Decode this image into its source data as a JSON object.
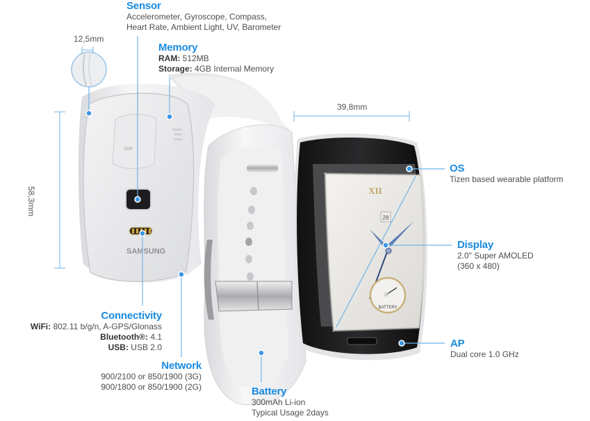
{
  "colors": {
    "accent": "#1a8be0",
    "line": "#6fb3e8",
    "text": "#4d4d4d"
  },
  "dimensions": {
    "band_width": "12,5mm",
    "height": "58,3mm",
    "width": "39,8mm"
  },
  "callouts": {
    "sensor": {
      "title": "Sensor",
      "lines": [
        "Accelerometer, Gyroscope, Compass,",
        "Heart Rate, Ambient Light, UV, Barometer"
      ]
    },
    "memory": {
      "title": "Memory",
      "ram_label": "RAM:",
      "ram_value": " 512MB",
      "storage_label": "Storage:",
      "storage_value": " 4GB Internal Memory"
    },
    "os": {
      "title": "OS",
      "lines": [
        "Tizen based wearable platform"
      ]
    },
    "display": {
      "title": "Display",
      "lines": [
        "2.0\" Super AMOLED",
        "(360 x 480)"
      ]
    },
    "ap": {
      "title": "AP",
      "lines": [
        "Dual core 1.0 GHz"
      ]
    },
    "connectivity": {
      "title": "Connectivity",
      "wifi_label": "WiFi:",
      "wifi_value": " 802.11 b/g/n, A-GPS/Glonass",
      "bt_label": "Bluetooth®:",
      "bt_value": " 4.1",
      "usb_label": "USB:",
      "usb_value": " USB 2.0"
    },
    "network": {
      "title": "Network",
      "lines": [
        "900/2100 or 850/1900 (3G)",
        "900/1800 or 850/1900 (2G)"
      ]
    },
    "battery": {
      "title": "Battery",
      "lines": [
        "300mAh Li-ion",
        "Typical Usage 2days"
      ]
    }
  },
  "device": {
    "brand_text": "SAMSUNG",
    "sim_text": "SIM",
    "dial_numeral": "XII",
    "date": "28",
    "subdial_label": "BATTERY"
  }
}
